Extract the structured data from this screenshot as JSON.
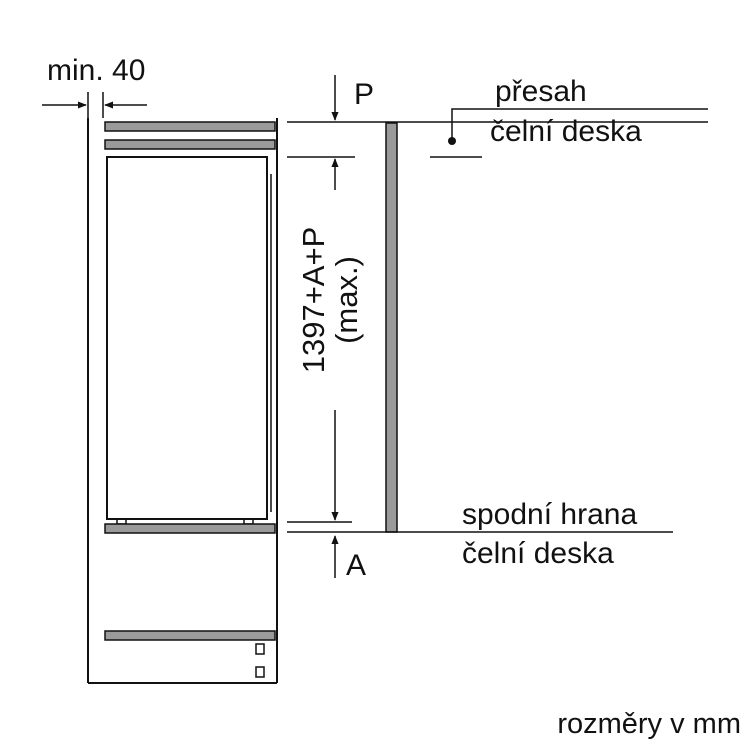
{
  "labels": {
    "min_gap": "min. 40",
    "top_offset": "P",
    "overhang": "přesah",
    "front_panel_top": "čelní deska",
    "height_formula": "1397+A+P",
    "height_note": "(max.)",
    "bottom_edge": "spodní hrana",
    "front_panel_bottom": "čelní deska",
    "bottom_offset": "A",
    "units": "rozměry v mm"
  },
  "colors": {
    "line": "#111111",
    "panel_fill": "#9a9a9a",
    "background": "#ffffff"
  }
}
